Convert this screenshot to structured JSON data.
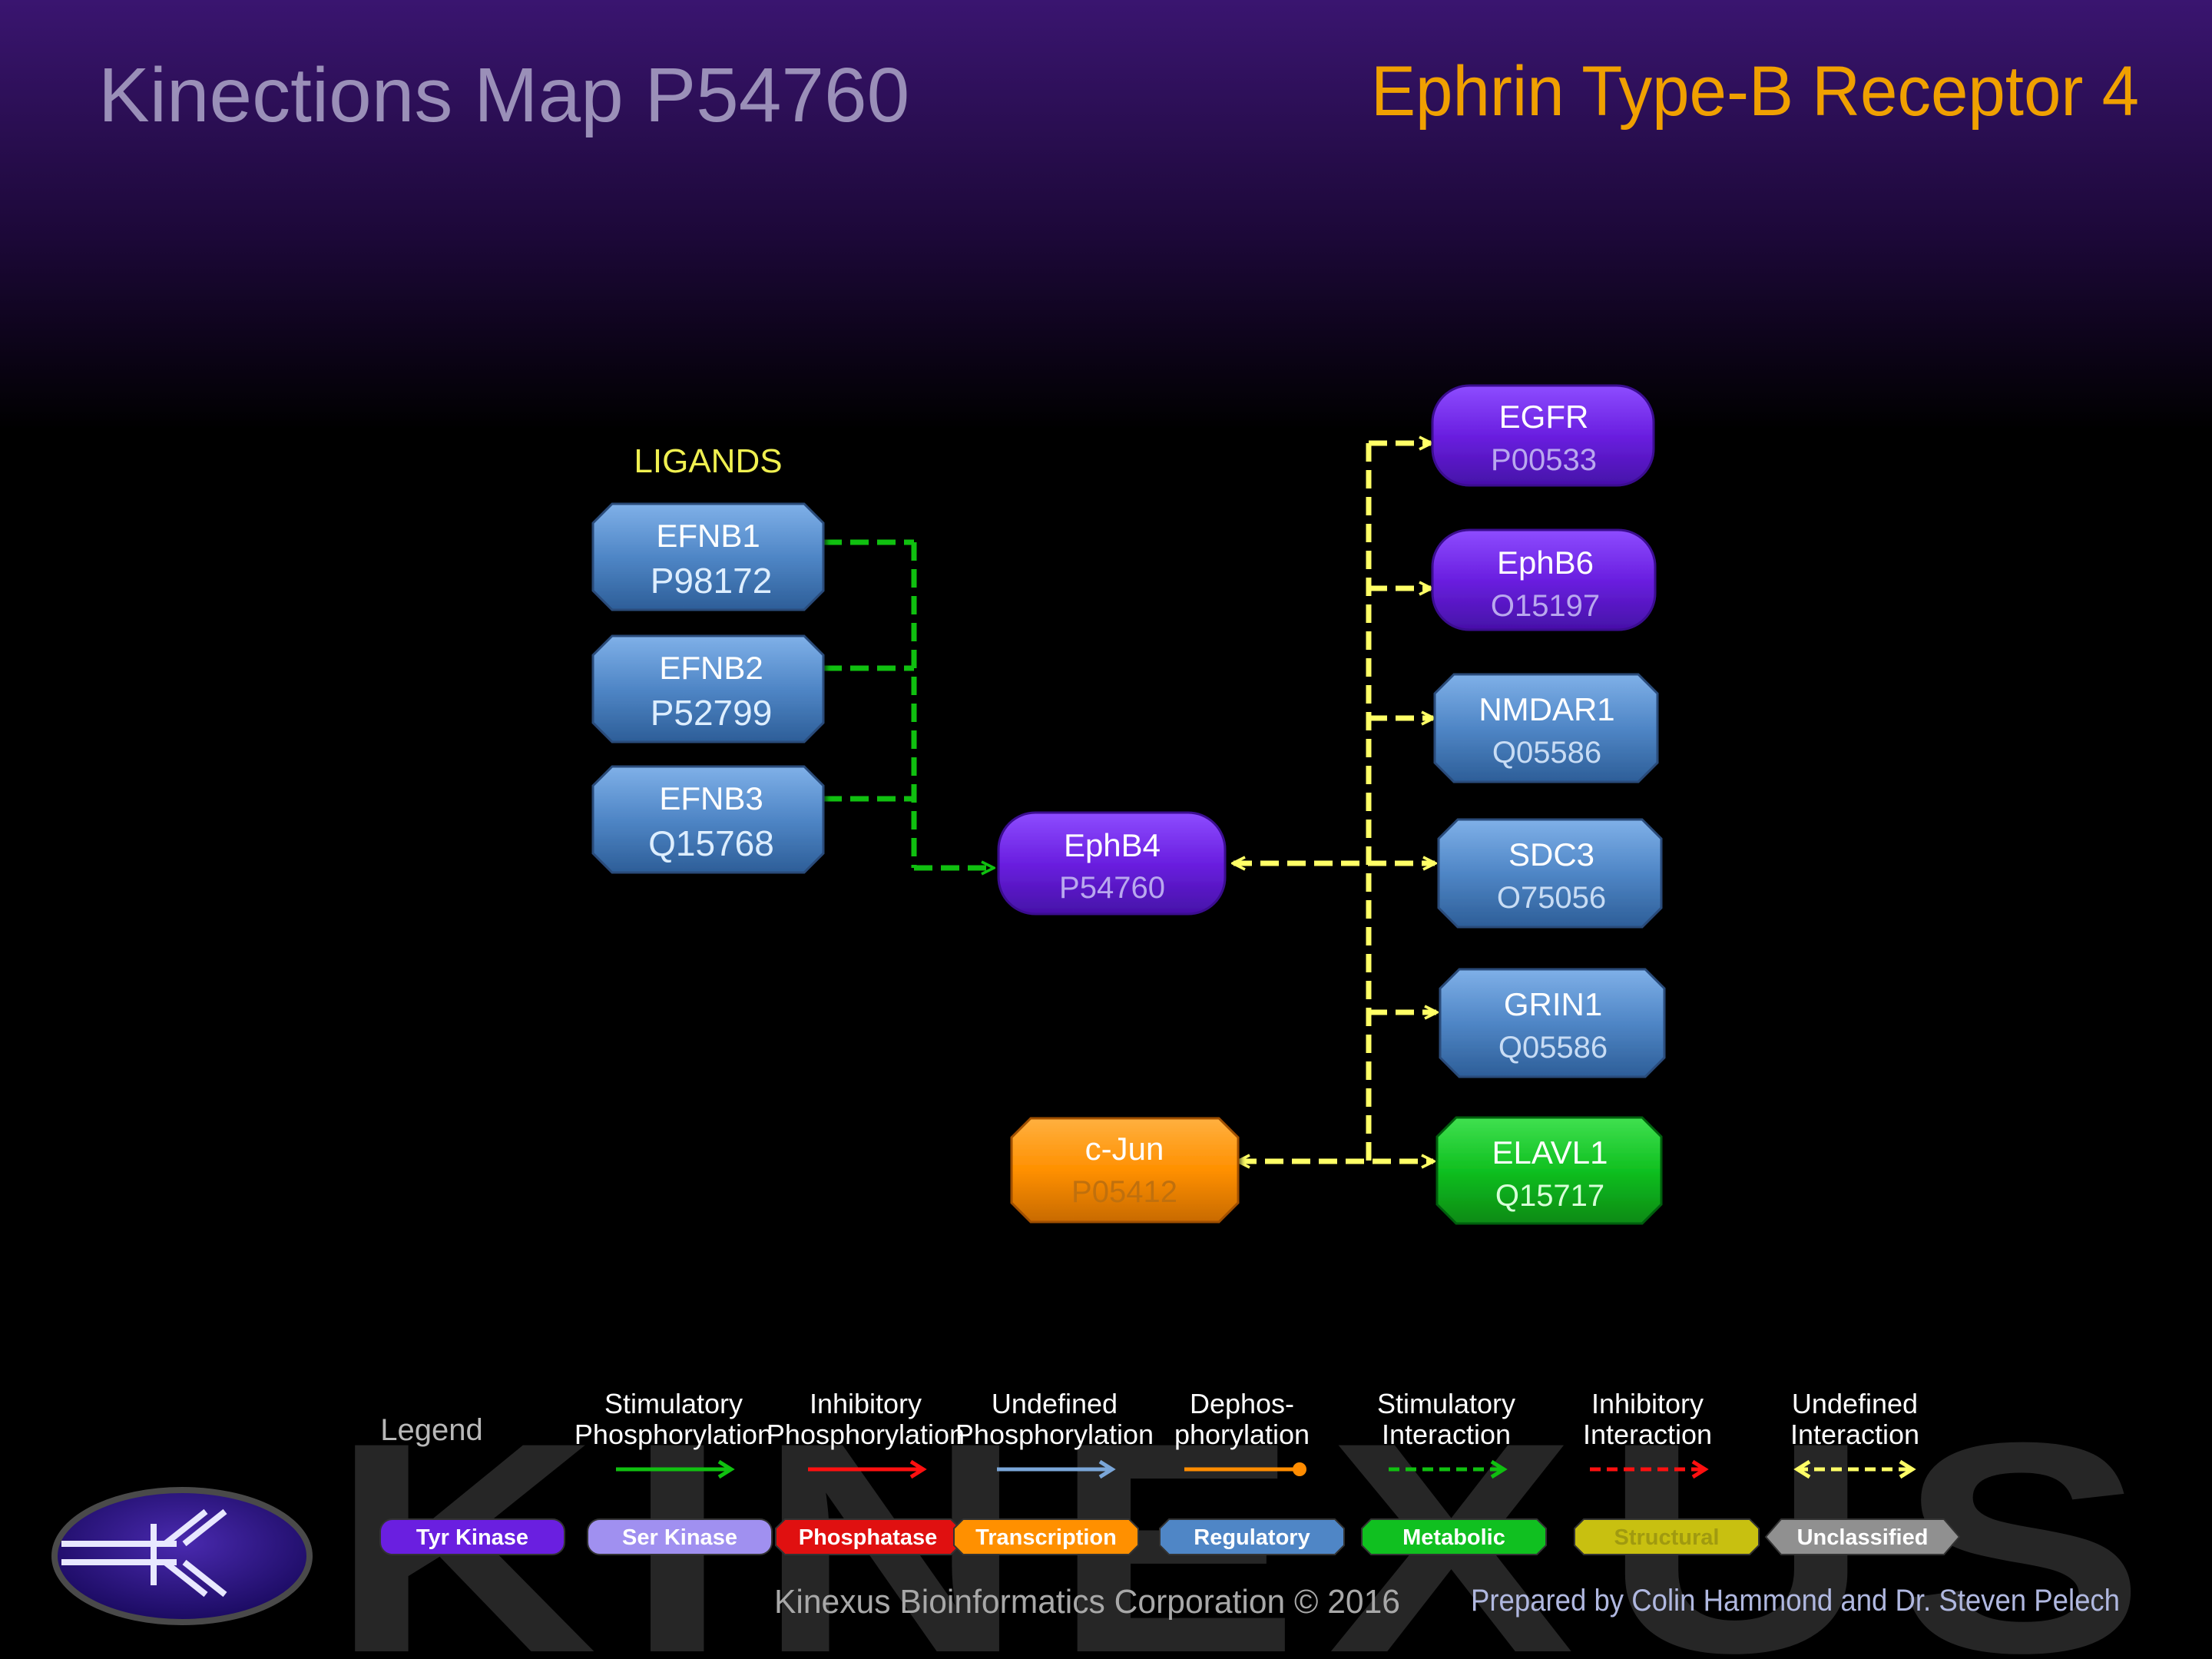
{
  "header": {
    "map_title": "Kinections Map P54760",
    "protein_name": "Ephrin Type-B Receptor  4"
  },
  "diagram": {
    "ligands_label": "LIGANDS",
    "nodes": {
      "efnb1": {
        "name": "EFNB1",
        "id": "P98172",
        "category": "Regulatory"
      },
      "efnb2": {
        "name": "EFNB2",
        "id": "P52799",
        "category": "Regulatory"
      },
      "efnb3": {
        "name": "EFNB3",
        "id": "Q15768",
        "category": "Regulatory"
      },
      "ephb4": {
        "name": "EphB4",
        "id": "P54760",
        "category": "Tyr Kinase"
      },
      "cjun": {
        "name": "c-Jun",
        "id": "P05412",
        "category": "Transcription"
      },
      "egfr": {
        "name": "EGFR",
        "id": "P00533",
        "category": "Tyr Kinase"
      },
      "ephb6": {
        "name": "EphB6",
        "id": "O15197",
        "category": "Tyr Kinase"
      },
      "nmdar1": {
        "name": "NMDAR1",
        "id": "Q05586",
        "category": "Regulatory"
      },
      "sdc3": {
        "name": "SDC3",
        "id": "O75056",
        "category": "Regulatory"
      },
      "grin1": {
        "name": "GRIN1",
        "id": "Q05586",
        "category": "Regulatory"
      },
      "elavl1": {
        "name": "ELAVL1",
        "id": "Q15717",
        "category": "Metabolic"
      }
    },
    "edges": [
      {
        "from": "EFNB1",
        "to": "EphB4",
        "type": "Stimulatory Interaction"
      },
      {
        "from": "EFNB2",
        "to": "EphB4",
        "type": "Stimulatory Interaction"
      },
      {
        "from": "EFNB3",
        "to": "EphB4",
        "type": "Stimulatory Interaction"
      },
      {
        "from": "EphB4",
        "to": "EGFR",
        "type": "Undefined Interaction"
      },
      {
        "from": "EphB4",
        "to": "EphB6",
        "type": "Undefined Interaction"
      },
      {
        "from": "EphB4",
        "to": "NMDAR1",
        "type": "Undefined Interaction"
      },
      {
        "from": "EphB4",
        "to": "SDC3",
        "type": "Undefined Interaction"
      },
      {
        "from": "EphB4",
        "to": "GRIN1",
        "type": "Undefined Interaction"
      },
      {
        "from": "EphB4",
        "to": "ELAVL1",
        "type": "Undefined Interaction"
      },
      {
        "from": "c-Jun",
        "to": "ELAVL1",
        "type": "Undefined Interaction"
      }
    ]
  },
  "legend": {
    "title": "Legend",
    "arrows": [
      {
        "line1": "Stimulatory",
        "line2": "Phosphorylation",
        "color": "#10c010"
      },
      {
        "line1": "Inhibitory",
        "line2": "Phosphorylation",
        "color": "#ff1010"
      },
      {
        "line1": "Undefined",
        "line2": "Phosphorylation",
        "color": "#7aa6d8"
      },
      {
        "line1": "Dephos-",
        "line2": "phorylation",
        "color": "#ff8c00"
      },
      {
        "line1": "Stimulatory",
        "line2": "Interaction",
        "color": "#10c010"
      },
      {
        "line1": "Inhibitory",
        "line2": "Interaction",
        "color": "#ff1010"
      },
      {
        "line1": "Undefined",
        "line2": "Interaction",
        "color": "#ffff66"
      }
    ],
    "categories": [
      {
        "label": "Tyr Kinase",
        "color": "#6a1fe0"
      },
      {
        "label": "Ser Kinase",
        "color": "#a090f0"
      },
      {
        "label": "Phosphatase",
        "color": "#e01010"
      },
      {
        "label": "Transcription",
        "color": "#ff9000"
      },
      {
        "label": "Regulatory",
        "color": "#4f86c6"
      },
      {
        "label": "Metabolic",
        "color": "#10c020"
      },
      {
        "label": "Structural",
        "color": "#c8c010"
      },
      {
        "label": "Unclassified",
        "color": "#909090"
      }
    ]
  },
  "footer": {
    "logo_letter": "K",
    "watermark": "KINEXUS",
    "copyright": "Kinexus Bioinformatics Corporation © 2016",
    "prepared_by": "Prepared by  Colin Hammond and Dr. Steven Pelech"
  }
}
